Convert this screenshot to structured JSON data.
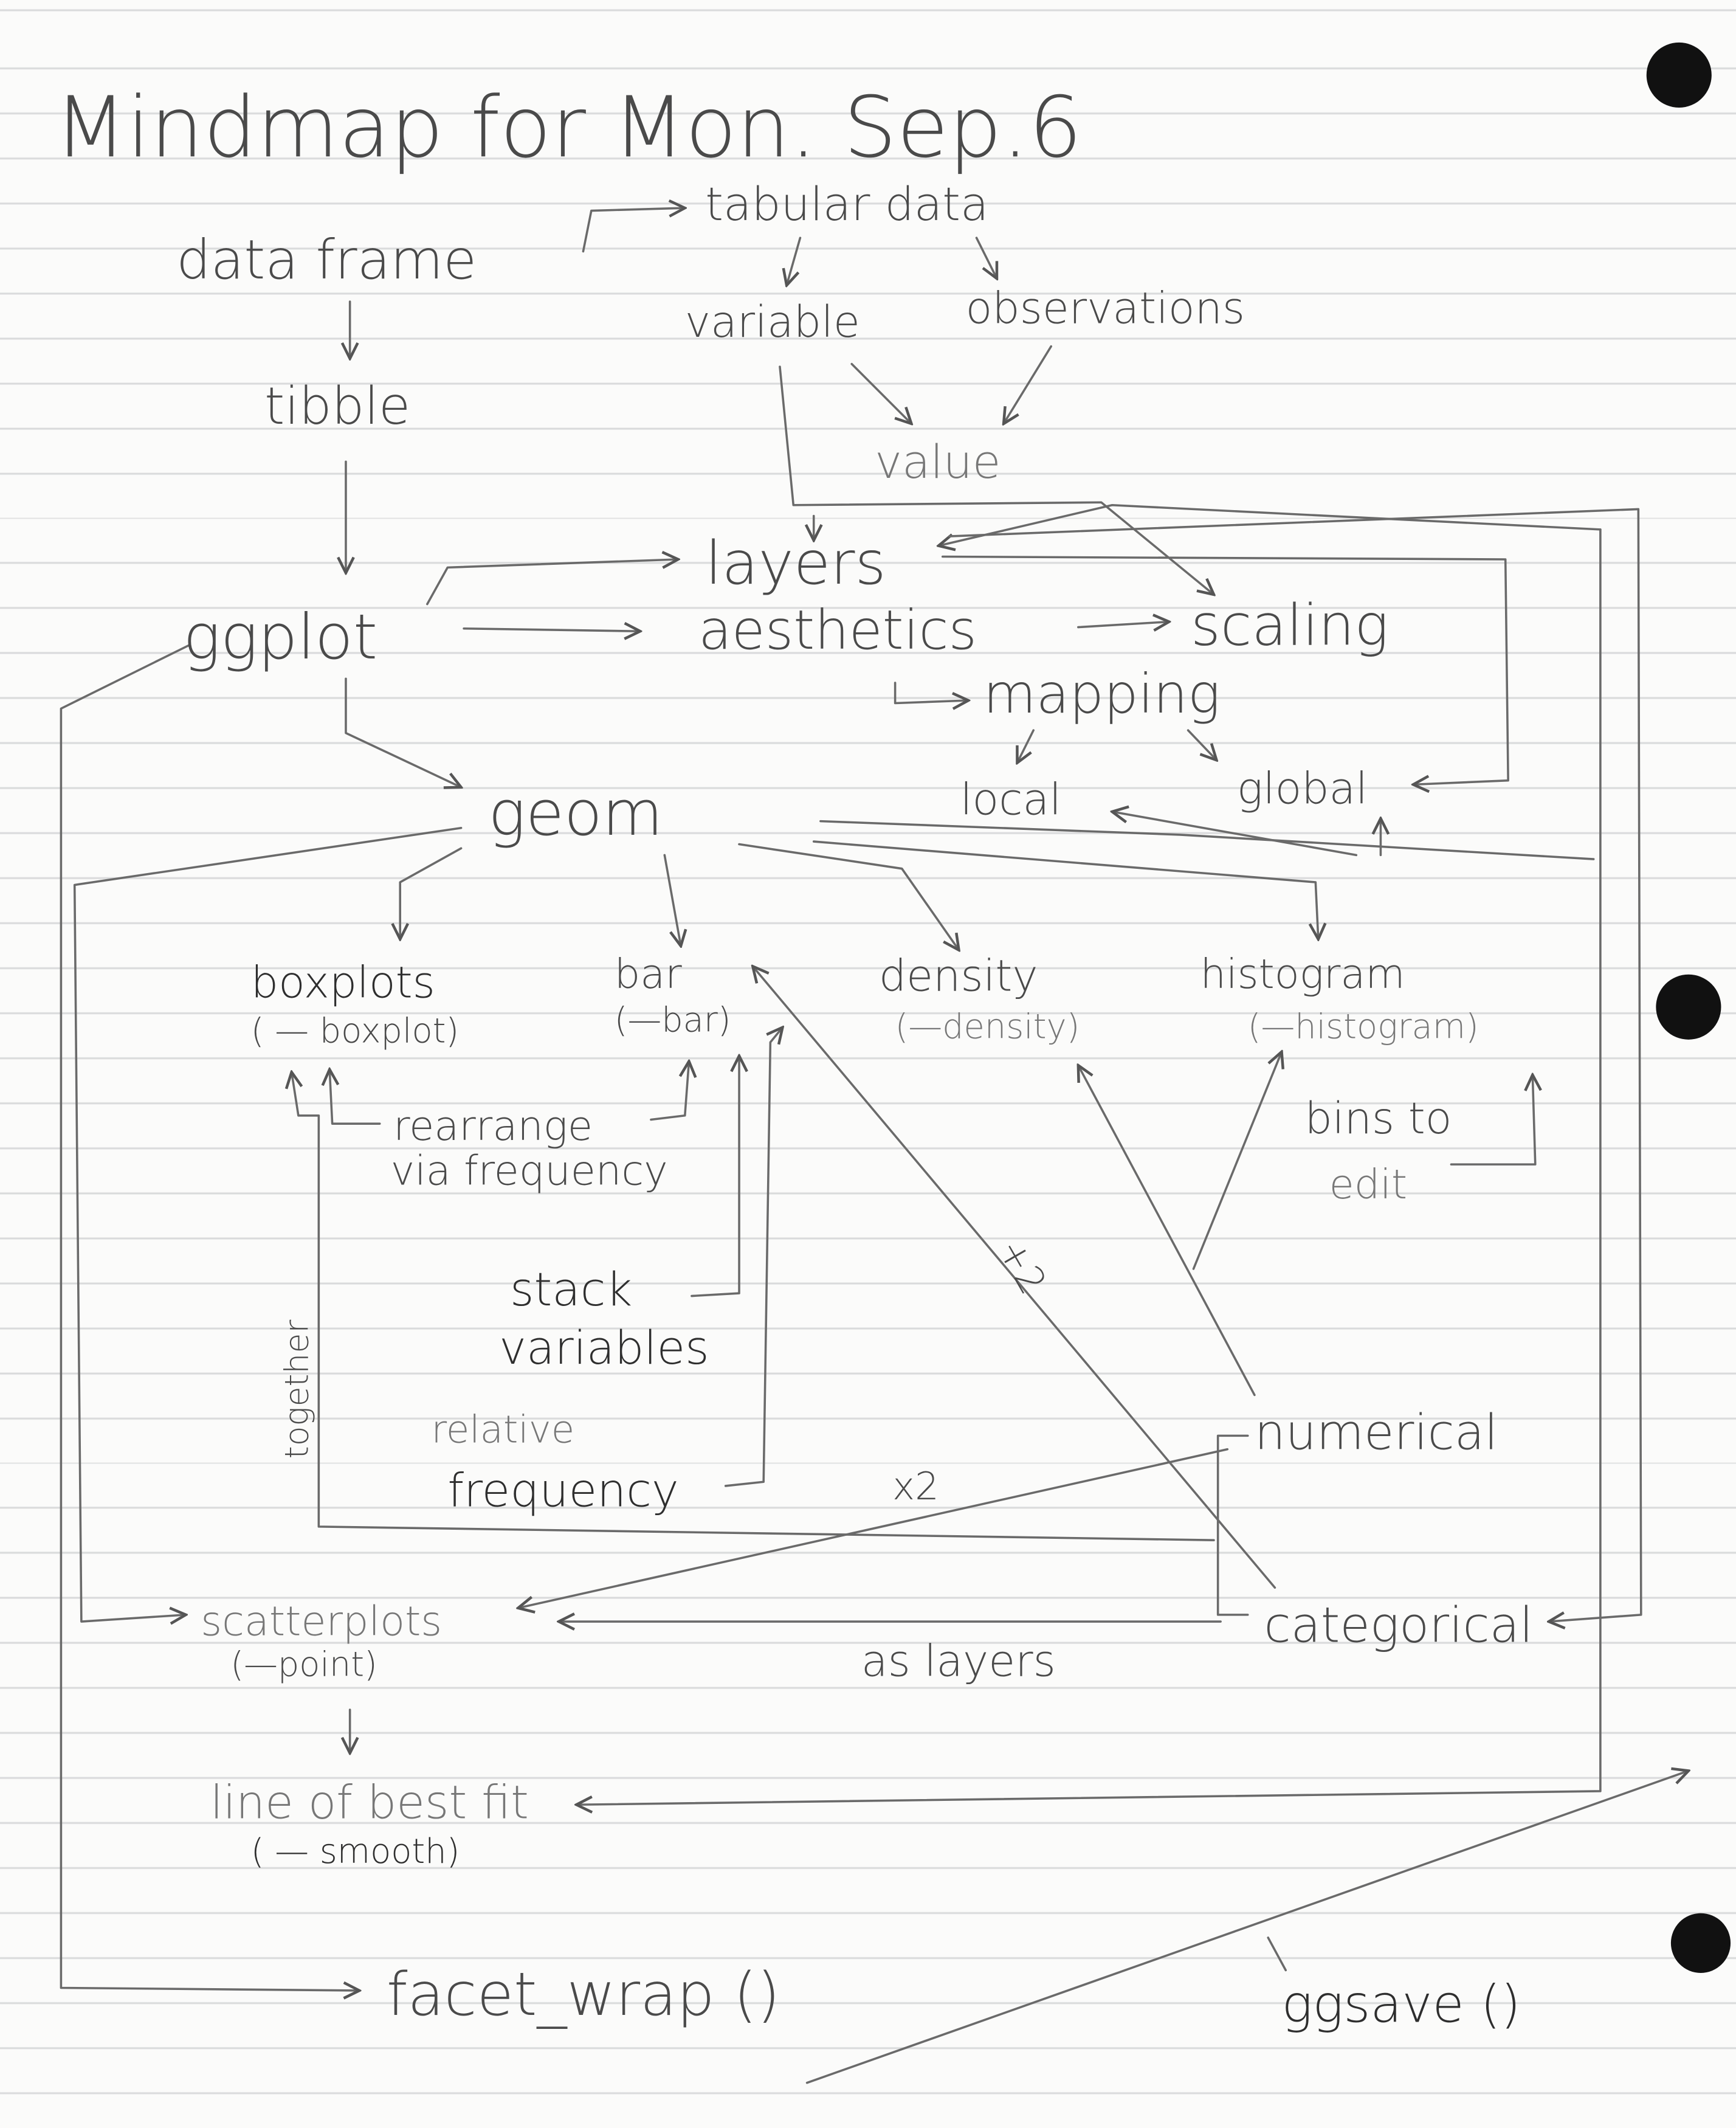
{
  "title": "Mindmap for Mon. Sep.6",
  "nodes": {
    "tabular_data": "tabular data",
    "data_frame": "data frame",
    "variable": "variable",
    "observations": "observations",
    "tibble": "tibble",
    "value": "value",
    "layers": "layers",
    "ggplot": "ggplot",
    "aesthetics": "aesthetics",
    "scaling": "scaling",
    "mapping": "mapping",
    "local": "local",
    "global": "global",
    "geom": "geom",
    "boxplots": "boxplots",
    "boxplots_fn": "( — boxplot)",
    "bar": "bar",
    "bar_fn": "(—bar)",
    "density": "density",
    "density_fn": "(—density)",
    "histogram": "histogram",
    "histogram_fn": "(—histogram)",
    "rearrange_1": "rearrange",
    "rearrange_2": "via frequency",
    "bins_1": "bins to",
    "bins_2": "edit",
    "plus2": "+2",
    "stack_1": "stack",
    "stack_2": "variables",
    "together": "together",
    "relative_1": "relative",
    "relative_2": "frequency",
    "numerical": "numerical",
    "x2": "x2",
    "scatterplots": "scatterplots",
    "scatterplots_fn": "(—point)",
    "categorical": "categorical",
    "as_layers": "as layers",
    "line_best_fit": "line of best fit",
    "line_best_fit_fn": "( — smooth)",
    "facet_wrap": "facet_wrap ()",
    "ggsave": "ggsave ()"
  }
}
